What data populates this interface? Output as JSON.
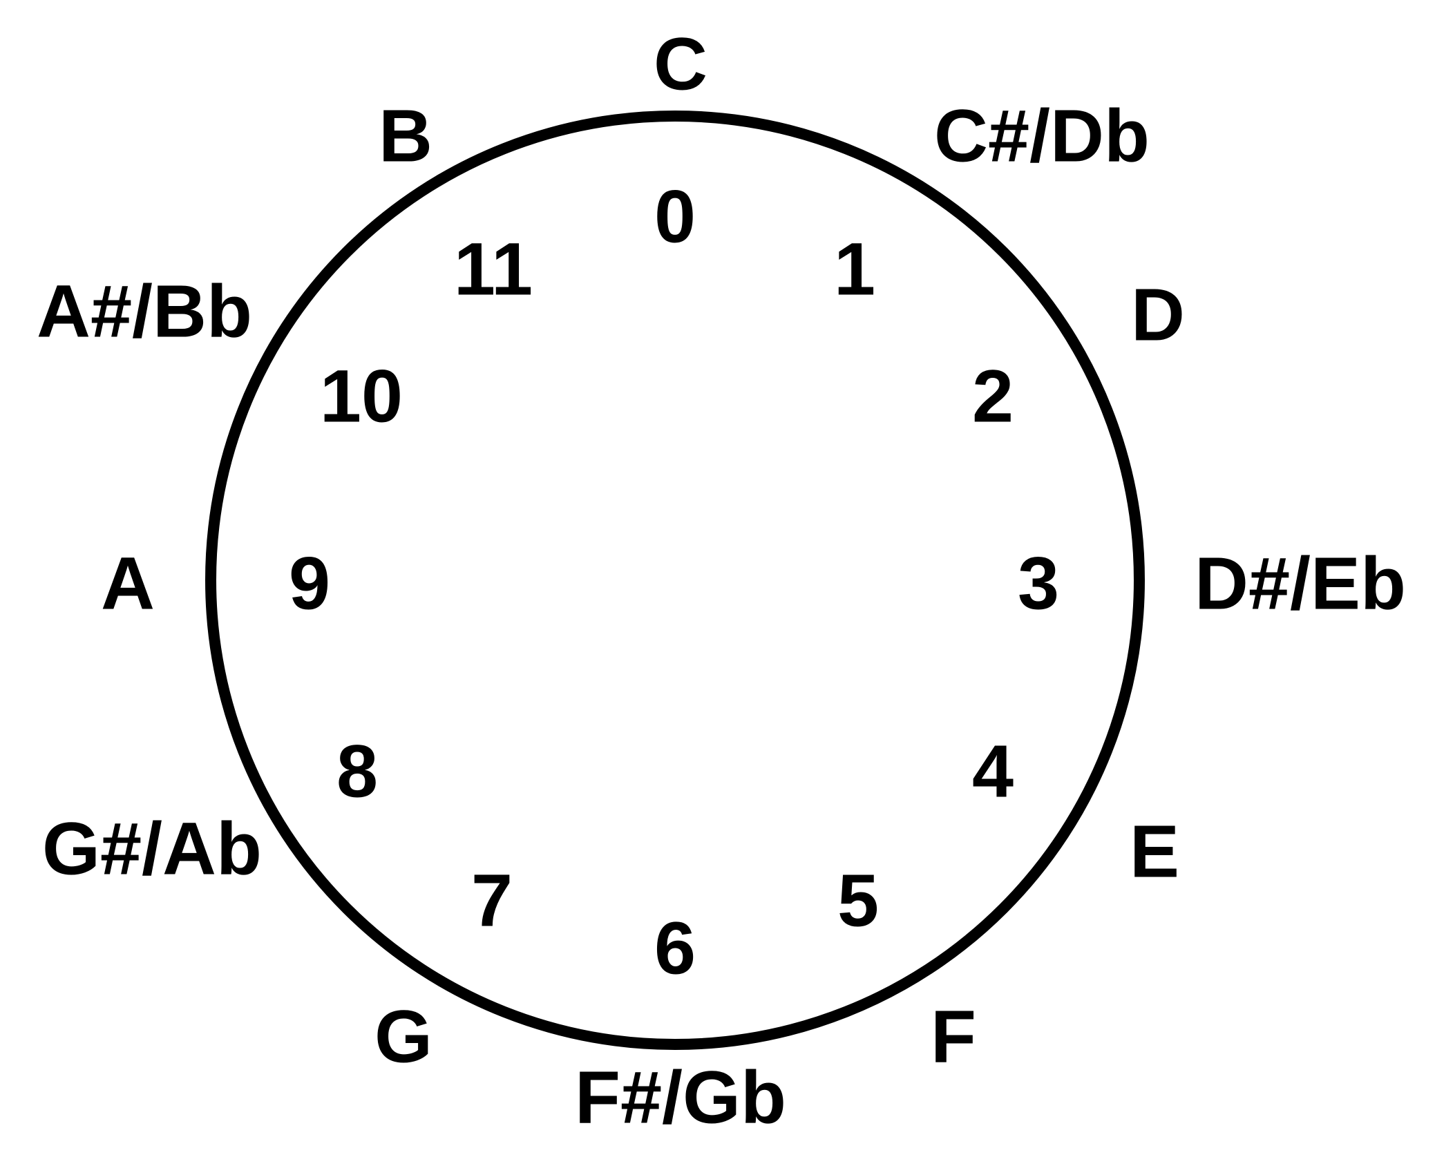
{
  "pitch_class_clock": {
    "notes": [
      "C",
      "C#/Db",
      "D",
      "D#/Eb",
      "E",
      "F",
      "F#/Gb",
      "G",
      "G#/Ab",
      "A",
      "A#/Bb",
      "B"
    ],
    "numbers": [
      "0",
      "1",
      "2",
      "3",
      "4",
      "5",
      "6",
      "7",
      "8",
      "9",
      "10",
      "11"
    ],
    "colors": {
      "stroke": "#000000",
      "text": "#000000",
      "background": "#ffffff"
    }
  }
}
